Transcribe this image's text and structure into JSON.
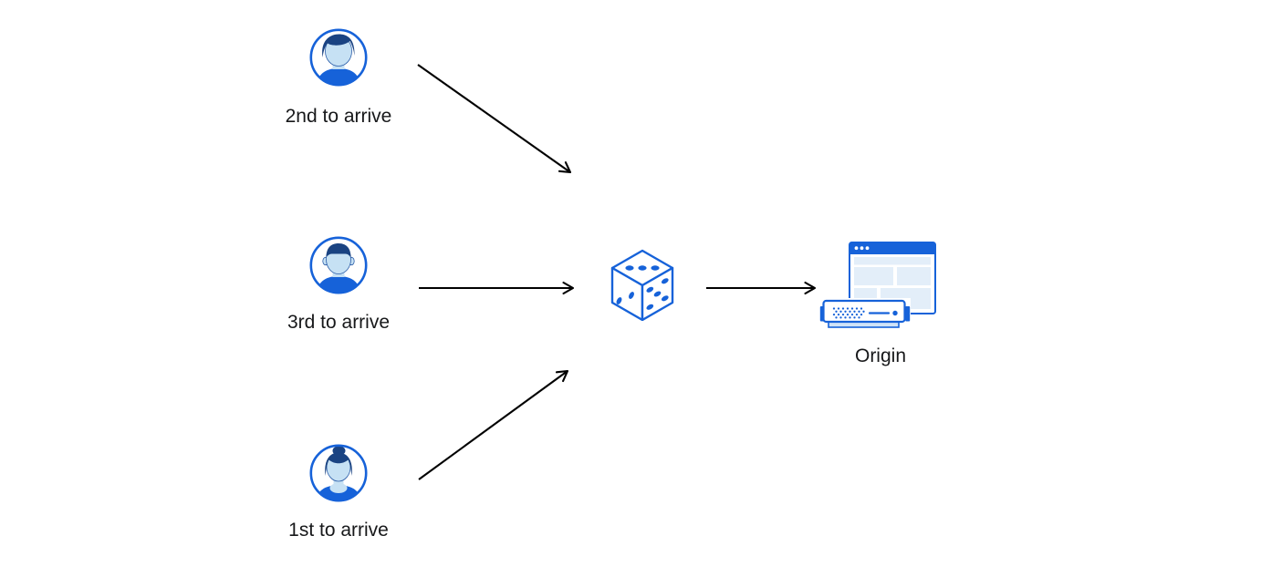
{
  "diagram": {
    "clients": [
      {
        "label": "2nd to arrive",
        "icon": "avatar-man-side-part"
      },
      {
        "label": "3rd to arrive",
        "icon": "avatar-man-flat-top"
      },
      {
        "label": "1st to arrive",
        "icon": "avatar-woman-bun"
      }
    ],
    "balancer": {
      "icon": "dice"
    },
    "origin": {
      "label": "Origin",
      "icon": "origin-server-browser"
    },
    "connections": [
      {
        "from": "client-2nd-to-arrive",
        "to": "dice"
      },
      {
        "from": "client-3rd-to-arrive",
        "to": "dice"
      },
      {
        "from": "client-1st-to-arrive",
        "to": "dice"
      },
      {
        "from": "dice",
        "to": "origin"
      }
    ],
    "colors": {
      "primary_blue": "#1662D9",
      "hair_navy": "#1A4382",
      "face_light_blue": "#C6E1F4",
      "panel_light_blue": "#E3EEF9",
      "server_shadow_blue": "#CFE3F7",
      "arrow_black": "#000000",
      "background": "#FFFFFF",
      "text": "#17181A"
    }
  }
}
